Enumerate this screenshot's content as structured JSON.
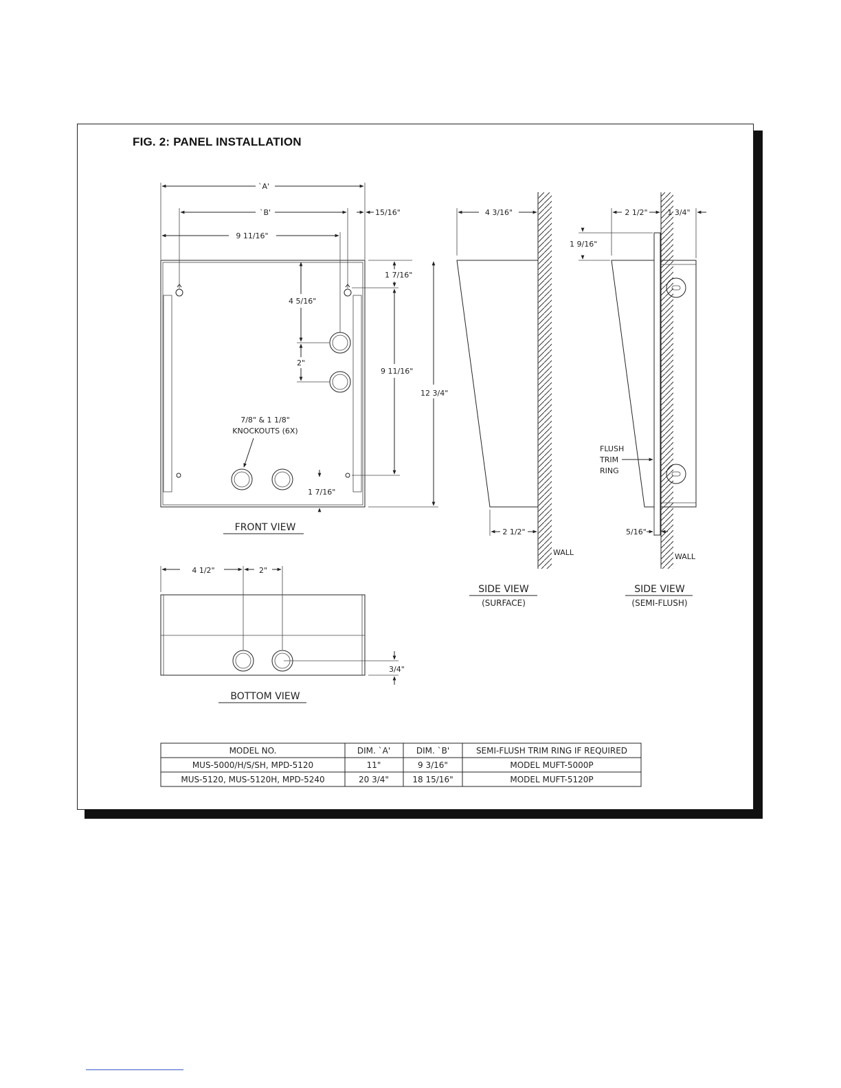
{
  "figure": {
    "title": "FIG. 2:  PANEL INSTALLATION"
  },
  "front_view": {
    "label": "FRONT VIEW",
    "dim_a": "`A'",
    "dim_b": "`B'",
    "dim_9_11_16_top": "9 11/16\"",
    "dim_15_16": "15/16\"",
    "dim_1_7_16_top": "1 7/16\"",
    "dim_4_5_16": "4 5/16\"",
    "dim_2": "2\"",
    "dim_9_11_16_side": "9 11/16\"",
    "dim_12_3_4": "12 3/4\"",
    "knockouts_line1": "7/8\" & 1 1/8\"",
    "knockouts_line2": "KNOCKOUTS (6X)",
    "dim_1_7_16_bottom": "1 7/16\""
  },
  "bottom_view": {
    "label": "BOTTOM VIEW",
    "dim_4_1_2": "4 1/2\"",
    "dim_2": "2\"",
    "dim_3_4": "3/4\""
  },
  "side_surface": {
    "label": "SIDE VIEW",
    "sublabel": "(SURFACE)",
    "dim_4_3_16": "4 3/16\"",
    "dim_2_1_2": "2 1/2\"",
    "wall": "WALL"
  },
  "side_semi": {
    "label": "SIDE VIEW",
    "sublabel": "(SEMI-FLUSH)",
    "dim_2_1_2": "2 1/2\"",
    "dim_1_3_4": "1 3/4\"",
    "dim_1_9_16": "1 9/16\"",
    "flush_1": "FLUSH",
    "flush_2": "TRIM",
    "flush_3": "RING",
    "dim_5_16": "5/16\"",
    "wall": "WALL"
  },
  "table": {
    "headers": [
      "MODEL NO.",
      "DIM. `A'",
      "DIM. `B'",
      "SEMI-FLUSH TRIM RING IF REQUIRED"
    ],
    "rows": [
      [
        "MUS-5000/H/S/SH, MPD-5120",
        "11\"",
        "9 3/16\"",
        "MODEL MUFT-5000P"
      ],
      [
        "MUS-5120, MUS-5120H, MPD-5240",
        "20 3/4\"",
        "18 15/16\"",
        "MODEL MUFT-5120P"
      ]
    ]
  }
}
